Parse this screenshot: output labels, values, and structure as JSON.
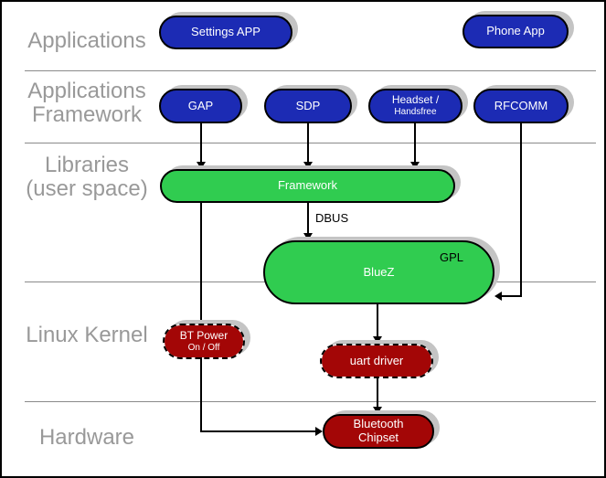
{
  "colors": {
    "blue": "#1C2BB4",
    "green": "#30CC50",
    "red": "#A30606",
    "shadow": "#C4C4C4",
    "label": "#999999"
  },
  "layers": [
    {
      "label": "Applications"
    },
    {
      "label": "Applications\nFramework"
    },
    {
      "label": "Libraries\n(user space)"
    },
    {
      "label": "Linux Kernel"
    },
    {
      "label": "Hardware"
    }
  ],
  "nodes": {
    "settings_app": {
      "label": "Settings APP"
    },
    "phone_app": {
      "label": "Phone App"
    },
    "gap": {
      "label": "GAP"
    },
    "sdp": {
      "label": "SDP"
    },
    "headset": {
      "line1": "Headset /",
      "line2": "Handsfree"
    },
    "rfcomm": {
      "label": "RFCOMM"
    },
    "framework": {
      "label": "Framework"
    },
    "bluez": {
      "label": "BlueZ"
    },
    "bt_power": {
      "line1": "BT Power",
      "line2": "On / Off"
    },
    "uart_driver": {
      "label": "uart driver"
    },
    "bluetooth_chipset": {
      "label": "Bluetooth\nChipset"
    }
  },
  "annotations": {
    "dbus": "DBUS",
    "gpl": "GPL"
  }
}
